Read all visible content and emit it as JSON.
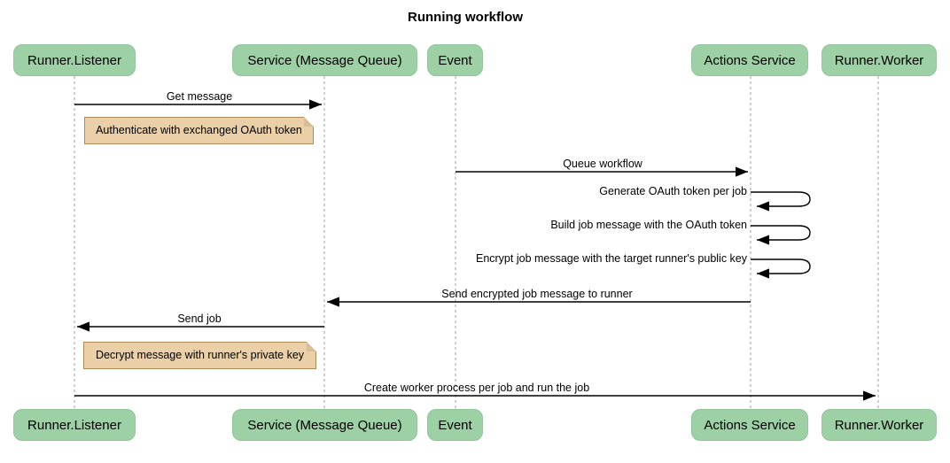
{
  "title": "Running workflow",
  "colors": {
    "participant_fill": "#9ed0a6",
    "note_fill": "#ebcfa7",
    "note_border": "#ae8c57",
    "lifeline": "#a0a0a0",
    "arrow": "#000000"
  },
  "participants": [
    {
      "id": "runner-listener",
      "label": "Runner.Listener"
    },
    {
      "id": "service-mq",
      "label": "Service (Message Queue)"
    },
    {
      "id": "event",
      "label": "Event"
    },
    {
      "id": "actions-service",
      "label": "Actions Service"
    },
    {
      "id": "runner-worker",
      "label": "Runner.Worker"
    }
  ],
  "messages": [
    {
      "type": "arrow",
      "from": "runner-listener",
      "to": "service-mq",
      "label": "Get message"
    },
    {
      "type": "note",
      "over": "runner-listener",
      "label": "Authenticate with exchanged OAuth token"
    },
    {
      "type": "arrow",
      "from": "event",
      "to": "actions-service",
      "label": "Queue workflow"
    },
    {
      "type": "self",
      "on": "actions-service",
      "label": "Generate OAuth token per job"
    },
    {
      "type": "self",
      "on": "actions-service",
      "label": "Build job message with the OAuth token"
    },
    {
      "type": "self",
      "on": "actions-service",
      "label": "Encrypt job message with the target runner's public key"
    },
    {
      "type": "arrow",
      "from": "actions-service",
      "to": "service-mq",
      "label": "Send encrypted job message to runner"
    },
    {
      "type": "arrow",
      "from": "service-mq",
      "to": "runner-listener",
      "label": "Send job"
    },
    {
      "type": "note",
      "over": "runner-listener",
      "label": "Decrypt message with runner's private key"
    },
    {
      "type": "arrow",
      "from": "runner-listener",
      "to": "runner-worker",
      "label": "Create worker process per job and run the job"
    }
  ]
}
